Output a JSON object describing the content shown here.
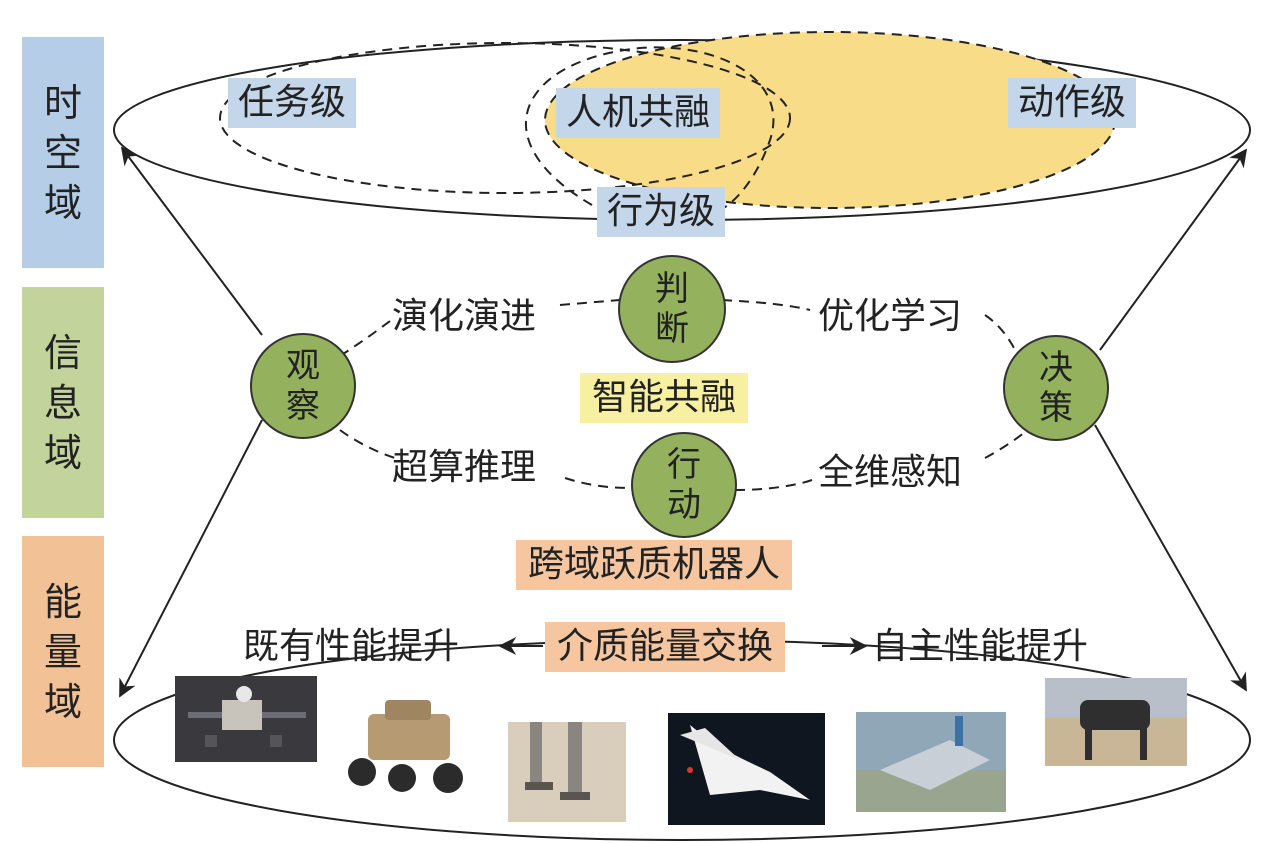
{
  "colors": {
    "spacetime_domain": "#b5cde6",
    "info_domain": "#c2d39b",
    "energy_domain": "#f2c196",
    "tag_blue": "#c4d6ea",
    "tag_orange": "#f5c6a0",
    "tag_yellow": "#f7f0a0",
    "node_green": "#94b25e",
    "action_level_fill": "#f8dc88"
  },
  "domains": {
    "spacetime": [
      "时",
      "空",
      "域"
    ],
    "info": [
      "信",
      "息",
      "域"
    ],
    "energy": [
      "能",
      "量",
      "域"
    ]
  },
  "top_ellipse": {
    "task_level": "任务级",
    "human_machine": "人机共融",
    "action_level": "动作级",
    "behavior_level": "行为级"
  },
  "nodes": {
    "observe": [
      "观",
      "察"
    ],
    "judge": [
      "判",
      "断"
    ],
    "decide": [
      "决",
      "策"
    ],
    "act": [
      "行",
      "动"
    ]
  },
  "links": {
    "evolution": "演化演进",
    "optimize": "优化学习",
    "compute": "超算推理",
    "perception": "全维感知"
  },
  "center_label": "智能共融",
  "robot_label": "跨域跃质机器人",
  "bottom": {
    "existing": "既有性能提升",
    "exchange": "介质能量交换",
    "autonomous": "自主性能提升"
  },
  "photos": [
    "lunar-rover-photo",
    "wheeled-vehicle-photo",
    "legged-robot-photo",
    "morphing-aircraft-photo",
    "morphing-wing-drone-photo",
    "quadruped-robot-photo"
  ]
}
